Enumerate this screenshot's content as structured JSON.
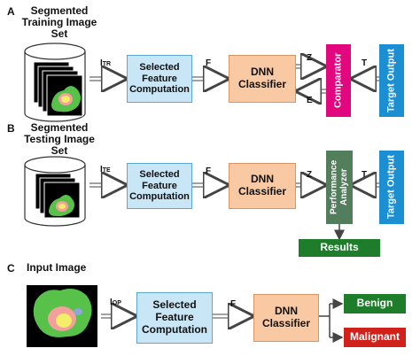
{
  "panel_a": {
    "letter": "A",
    "title": "Segmented Training Image Set",
    "input_label_main": "I",
    "input_label_sub": "TR",
    "feature_box": "Selected Feature Computation",
    "feature_label": "F",
    "dnn_box": "DNN Classifier",
    "z_label": "Z",
    "e_label": "E",
    "t_label": "T",
    "comparator": "Comparator",
    "target_output": "Target Output",
    "colors": {
      "comparator": "#e2077e",
      "target": "#1b8fd1"
    }
  },
  "panel_b": {
    "letter": "B",
    "title": "Segmented Testing Image Set",
    "input_label_main": "I",
    "input_label_sub": "TE",
    "feature_box": "Selected Feature Computation",
    "feature_label": "F",
    "dnn_box": "DNN Classifier",
    "z_label": "Z",
    "t_label": "T",
    "performance": "Performance Analyzer",
    "target_output": "Target Output",
    "results": "Results",
    "colors": {
      "performance": "#537e5b",
      "target": "#1b8fd1",
      "results": "#1e7d2a"
    }
  },
  "panel_c": {
    "letter": "C",
    "title": "Input Image",
    "input_label_main": "I",
    "input_label_sub": "OP",
    "feature_box": "Selected Feature Computation",
    "feature_label": "F",
    "dnn_box": "DNN Classifier",
    "benign": "Benign",
    "malignant": "Malignant",
    "colors": {
      "benign": "#1e7d2a",
      "malignant": "#d0221a"
    }
  }
}
